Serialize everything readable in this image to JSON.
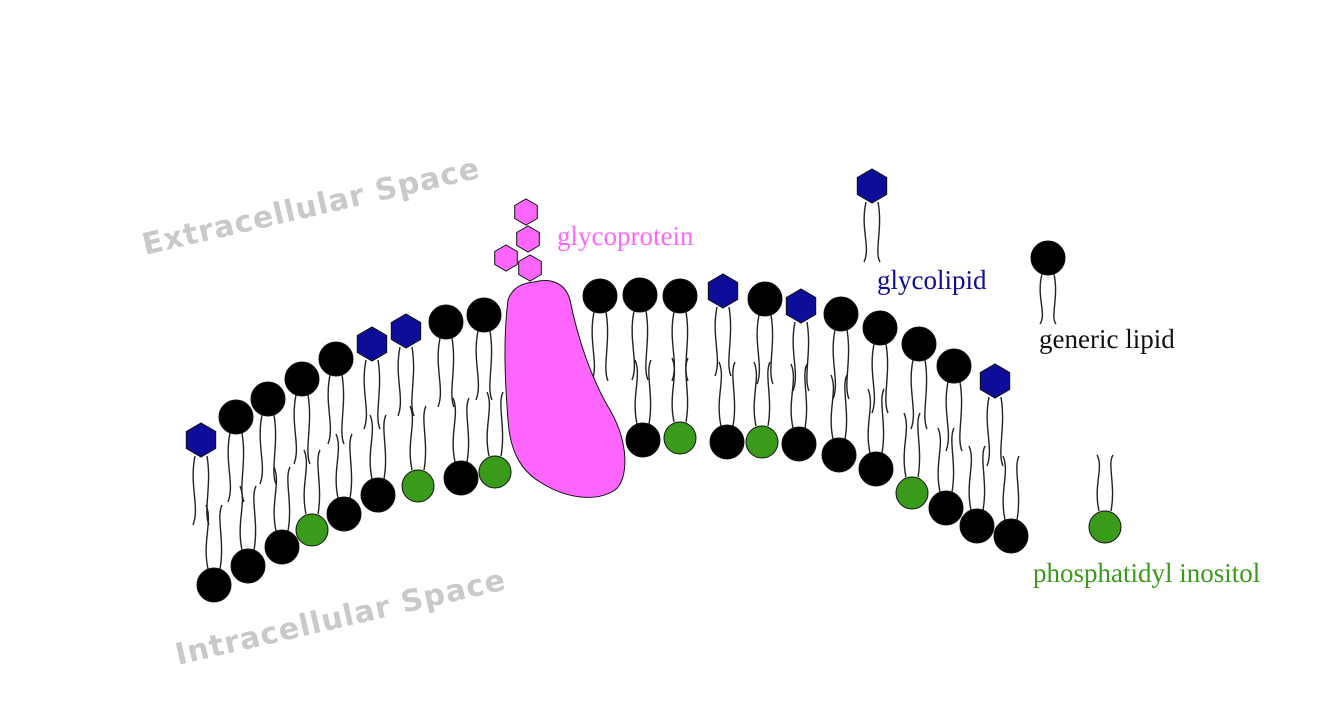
{
  "diagram": {
    "region_labels": {
      "extracellular": "Extracellular Space",
      "intracellular": "Intracellular Space"
    },
    "legend": {
      "glycoprotein": "glycoprotein",
      "glycolipid": "glycolipid",
      "generic_lipid": "generic lipid",
      "phosphatidyl_inositol": "phosphatidyl inositol"
    },
    "colors": {
      "glycoprotein": "#ff66ff",
      "glycolipid": "#0d0d99",
      "generic_lipid": "#000000",
      "phosphatidyl_inositol": "#3a9a1a",
      "region_label": "#c9c9c9"
    },
    "outer_leaflet": [
      "glycolipid",
      "generic",
      "generic",
      "generic",
      "generic",
      "glycolipid",
      "glycolipid",
      "generic",
      "generic",
      "generic",
      "generic",
      "generic",
      "glycolipid",
      "generic",
      "glycolipid",
      "generic",
      "generic",
      "generic",
      "generic",
      "glycolipid"
    ],
    "inner_leaflet": [
      "generic",
      "generic",
      "generic",
      "inositol",
      "generic",
      "generic",
      "inositol",
      "generic",
      "inositol",
      "generic",
      "inositol",
      "generic",
      "inositol",
      "generic",
      "generic",
      "generic",
      "inositol",
      "generic",
      "generic",
      "generic"
    ]
  }
}
